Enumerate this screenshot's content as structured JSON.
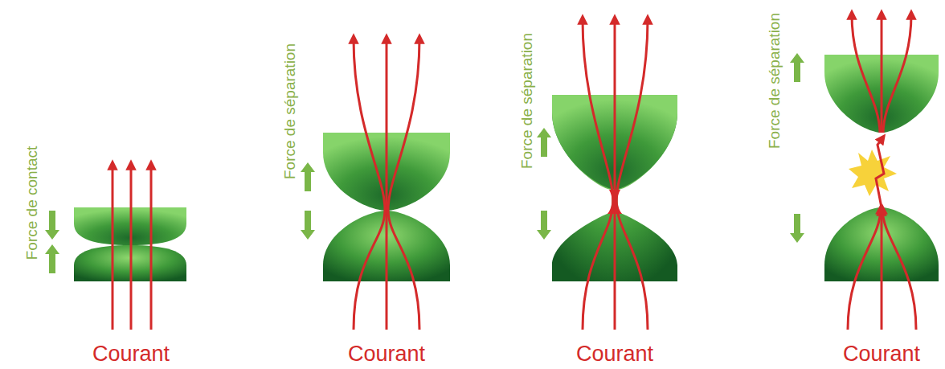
{
  "diagram": {
    "labels": [
      "Force de contact",
      "Courant",
      "Force de séparation",
      "Courant",
      "Force de séparation",
      "Courant",
      "Force de séparation",
      "Courant"
    ]
  }
}
